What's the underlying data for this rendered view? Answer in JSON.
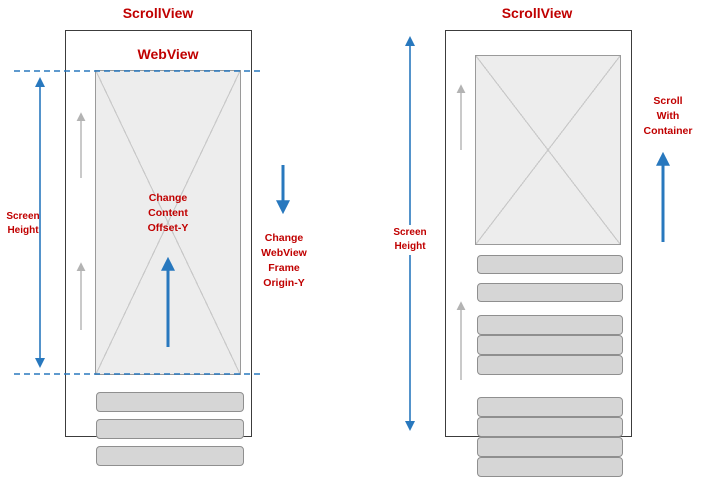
{
  "colors": {
    "accent_red": "#c00000",
    "accent_blue": "#2878be",
    "webview_box_fill": "#ededed",
    "row_fill": "#d6d6d6"
  },
  "left": {
    "title": "ScrollView",
    "webview_label": "WebView",
    "screen_height_label": "Screen\nHeight",
    "change_content_offset_label": "Change\nContent\nOffset-Y",
    "change_frame_label": "Change\nWebView\nFrame\nOrigin-Y"
  },
  "right": {
    "title": "ScrollView",
    "screen_height_label": "Screen\nHeight",
    "scroll_with_container_label": "Scroll\nWith\nContainer"
  }
}
